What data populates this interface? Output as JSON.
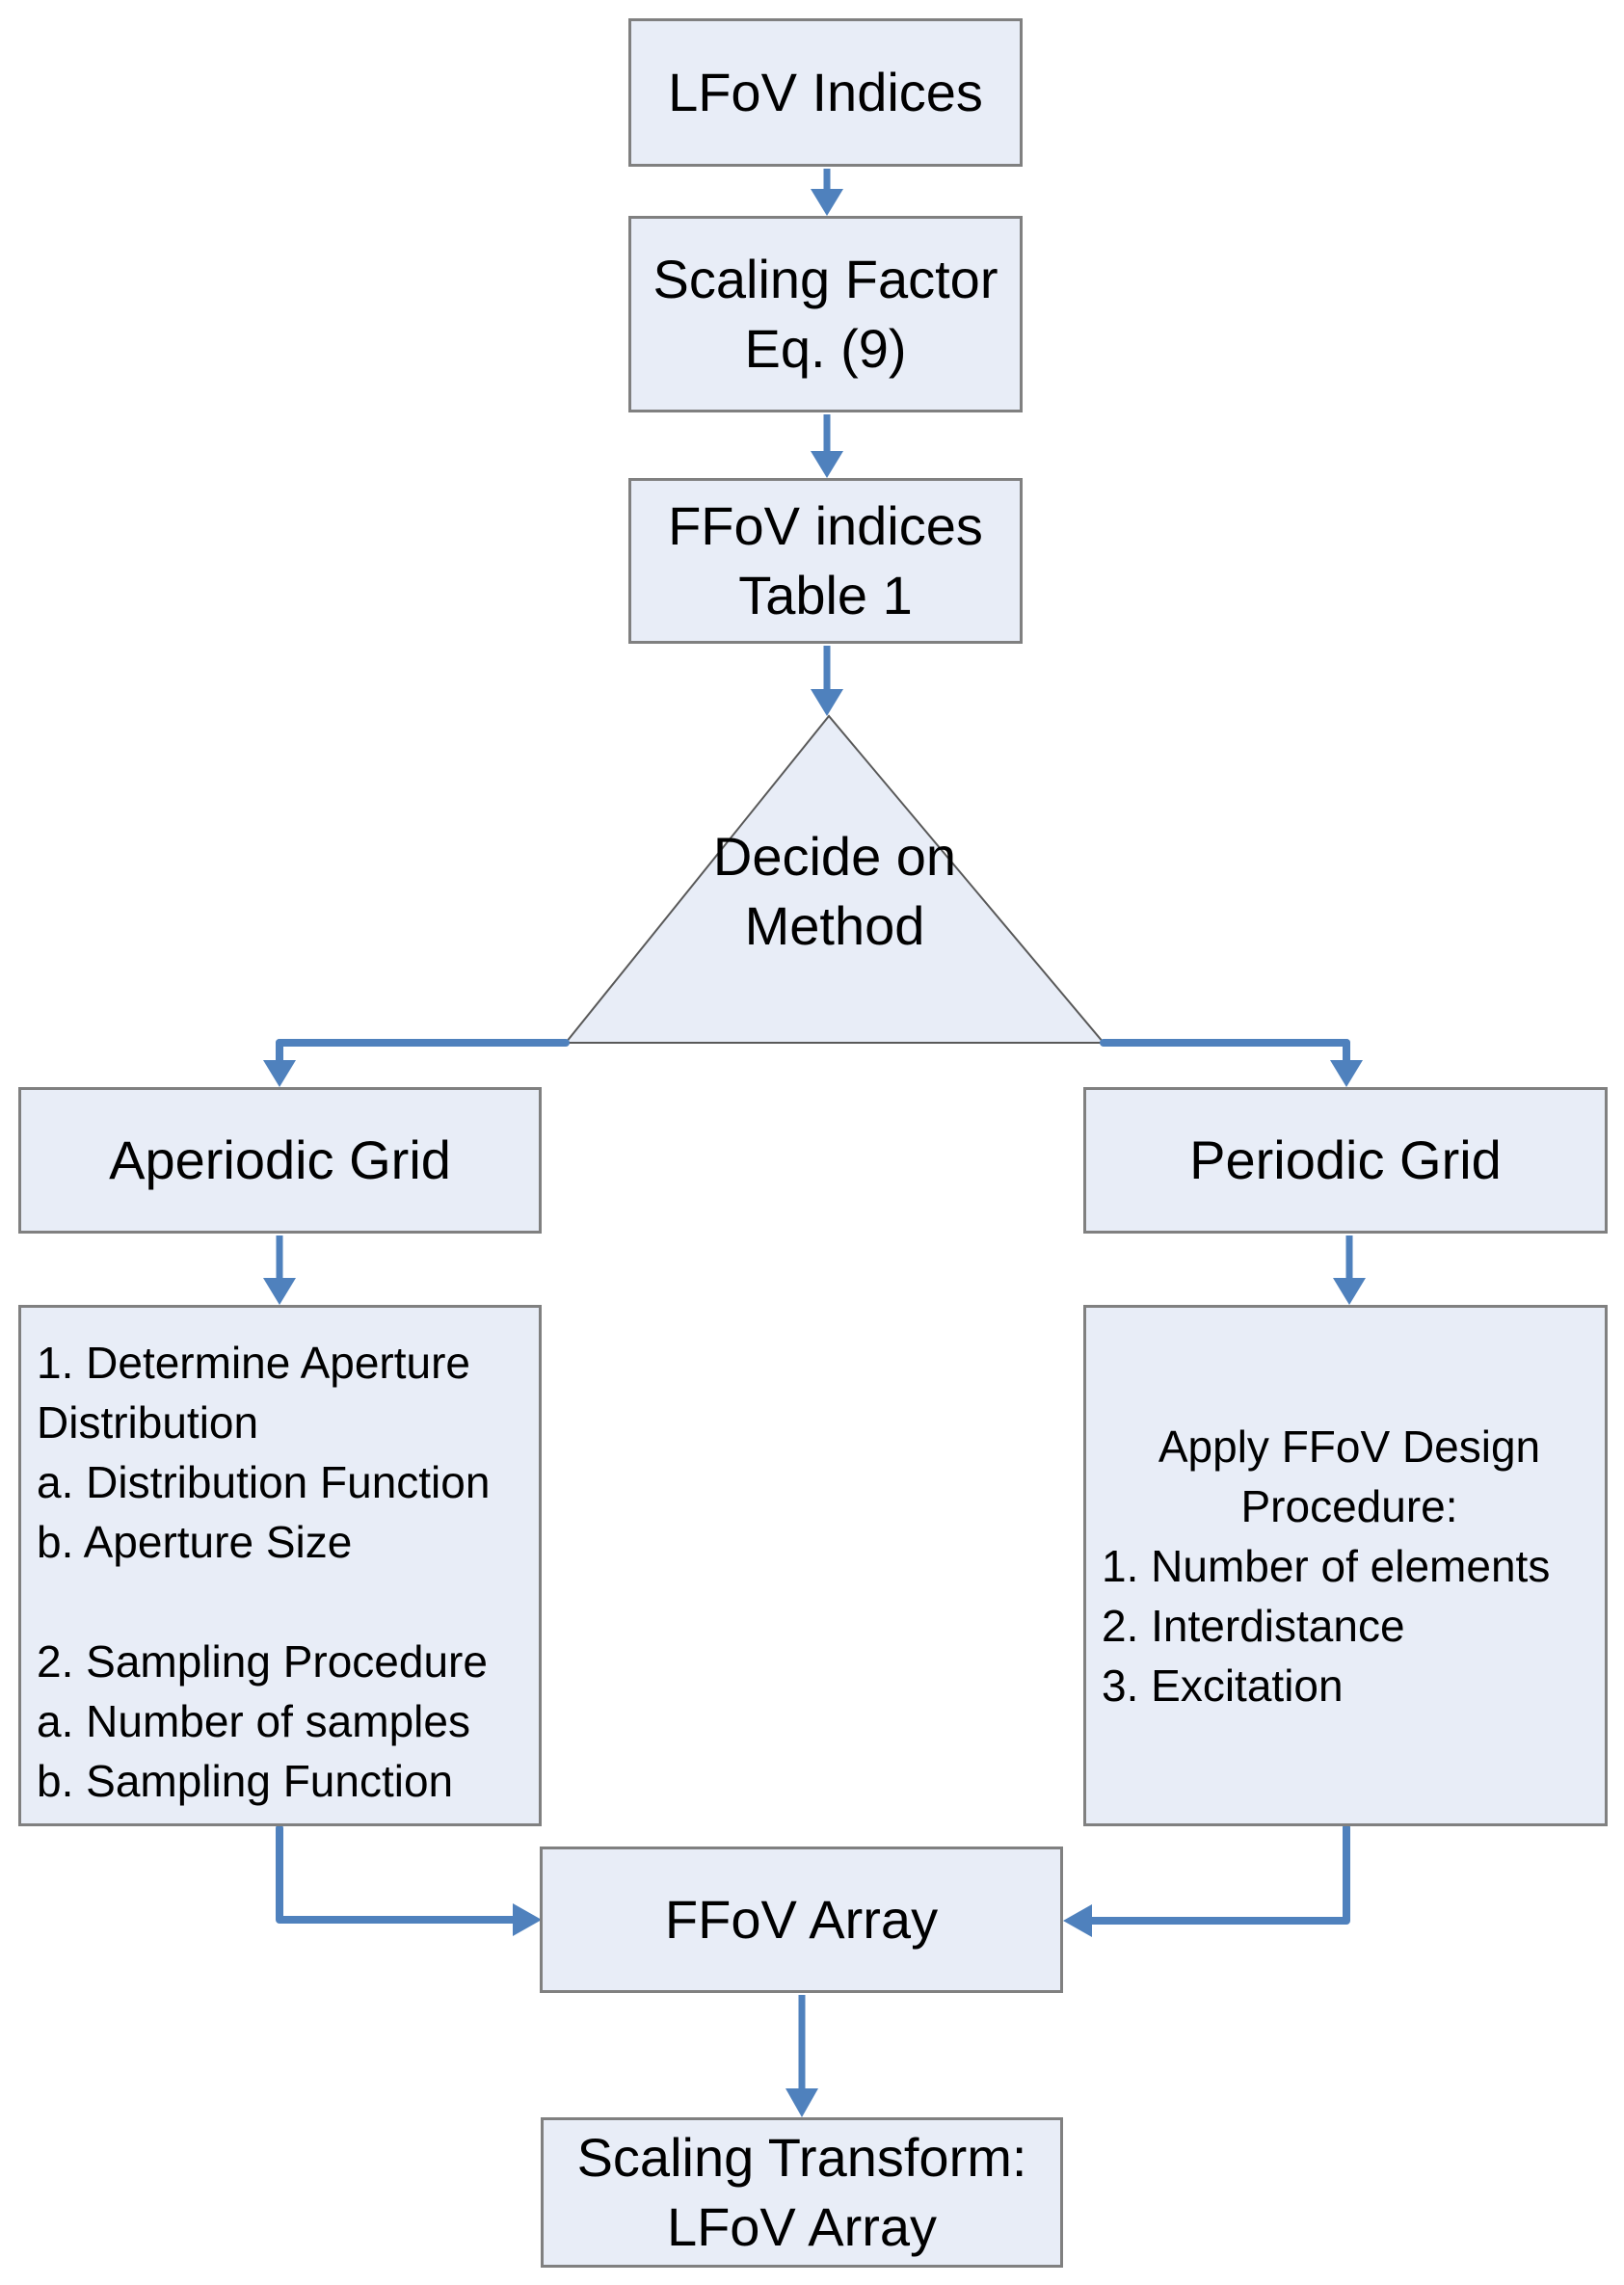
{
  "diagram": {
    "colors": {
      "box_fill": "#e8edf7",
      "box_border": "#808080",
      "triangle_border": "#595959",
      "arrow_blue": "#4f81bd",
      "text": "#000000"
    },
    "nodes": {
      "lfov_indices": {
        "label": "LFoV Indices"
      },
      "scaling_factor": {
        "lines": [
          "Scaling Factor",
          "Eq. (9)"
        ]
      },
      "ffov_indices": {
        "lines": [
          "FFoV indices",
          "Table 1"
        ]
      },
      "decide_on_method": {
        "lines": [
          "Decide on",
          "Method"
        ]
      },
      "aperiodic_grid": {
        "label": "Aperiodic Grid"
      },
      "periodic_grid": {
        "label": "Periodic Grid"
      },
      "aperiodic_procedure": {
        "lines": [
          "1. Determine Aperture",
          "Distribution",
          "a. Distribution Function",
          "b. Aperture Size",
          "",
          "2. Sampling Procedure",
          "a. Number of samples",
          "b. Sampling Function"
        ]
      },
      "periodic_procedure": {
        "heading_lines": [
          "Apply FFoV Design",
          "Procedure:"
        ],
        "items": [
          "1. Number of elements",
          "2. Interdistance",
          "3. Excitation"
        ]
      },
      "ffov_array": {
        "label": "FFoV Array"
      },
      "scaling_transform": {
        "lines": [
          "Scaling Transform:",
          "LFoV Array"
        ]
      }
    }
  }
}
